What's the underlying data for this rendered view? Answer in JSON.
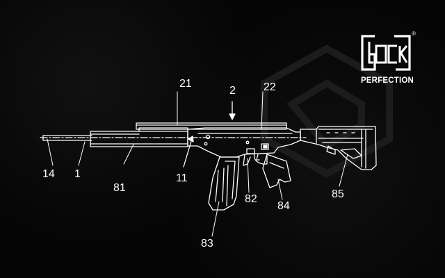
{
  "brand": {
    "wordmark": "GLOCK",
    "registered_mark": "®",
    "tagline": "PERFECTION",
    "color": "#ffffff"
  },
  "callouts": {
    "c14": "14",
    "c1": "1",
    "c81": "81",
    "c21": "21",
    "c2": "2",
    "c22": "22",
    "c11": "11",
    "c82": "82",
    "c83": "83",
    "c84": "84",
    "c85": "85"
  },
  "colors": {
    "background": "#050505",
    "line": "#ffffff",
    "watermark": "#1e1e1e"
  }
}
